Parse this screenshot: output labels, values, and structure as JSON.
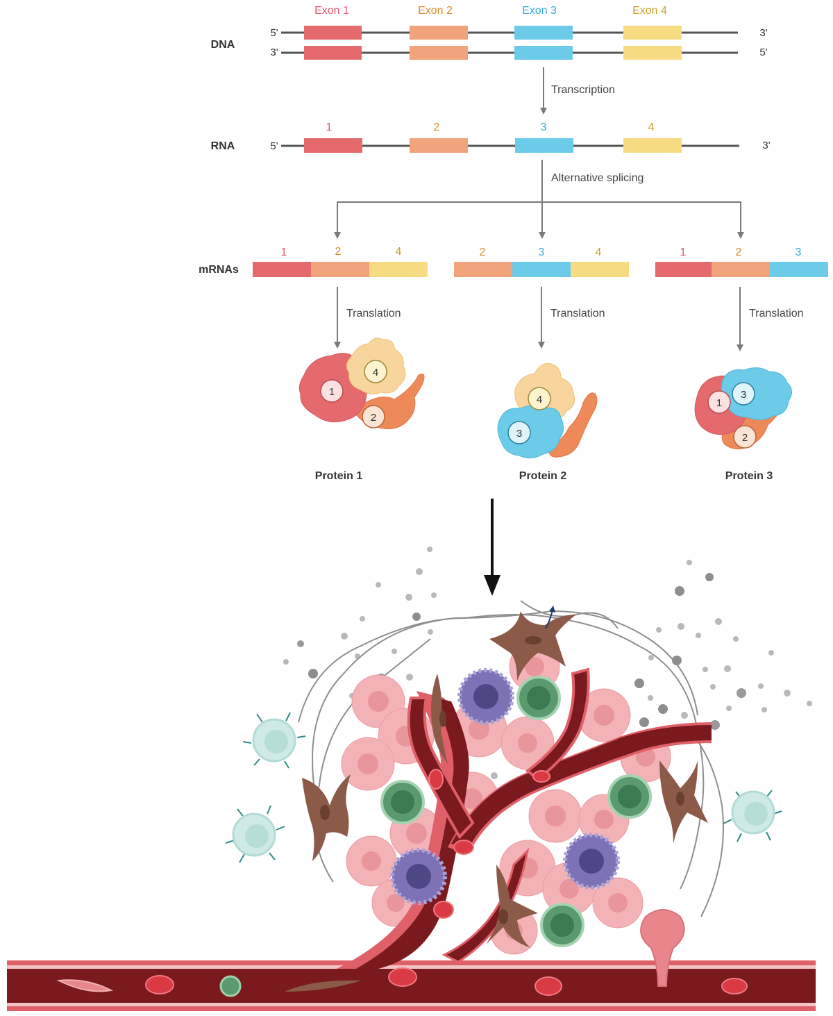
{
  "colors": {
    "exon1": "#e46a6d",
    "exon2": "#f1a47c",
    "exon3": "#6ccbe8",
    "exon4": "#f7dc84",
    "label1": "#e2566b",
    "label2": "#d98a2a",
    "label3": "#3aa9d3",
    "label4": "#c9a12a",
    "strand": "#555555",
    "arrow": "#7a7a7a",
    "vessel_dark": "#7a1a1e",
    "vessel_light": "#e0606a",
    "tumor_cell": "#f3b3b6",
    "fibroblast": "#8b5a48",
    "macrophage": "#7d72b5",
    "lymphocyte": "#5a9a6e",
    "t_cell": "#cfe9e6"
  },
  "dna": {
    "label": "DNA",
    "exon_labels": [
      "Exon 1",
      "Exon 2",
      "Exon 3",
      "Exon 4"
    ],
    "top_left_end": "5'",
    "top_right_end": "3'",
    "bottom_left_end": "3'",
    "bottom_right_end": "5'"
  },
  "step_transcription": "Transcription",
  "rna": {
    "label": "RNA",
    "exon_numbers": [
      "1",
      "2",
      "3",
      "4"
    ],
    "left_end": "5'",
    "right_end": "3'"
  },
  "step_splicing": "Alternative splicing",
  "mrnas": {
    "label": "mRNAs",
    "variants": [
      {
        "exons": [
          "1",
          "2",
          "4"
        ]
      },
      {
        "exons": [
          "2",
          "3",
          "4"
        ]
      },
      {
        "exons": [
          "1",
          "2",
          "3"
        ]
      }
    ]
  },
  "step_translation": "Translation",
  "proteins": [
    {
      "name": "Protein 1",
      "domains": [
        "1",
        "4",
        "2"
      ]
    },
    {
      "name": "Protein 2",
      "domains": [
        "4",
        "3"
      ]
    },
    {
      "name": "Protein 3",
      "domains": [
        "1",
        "3",
        "2"
      ]
    }
  ]
}
